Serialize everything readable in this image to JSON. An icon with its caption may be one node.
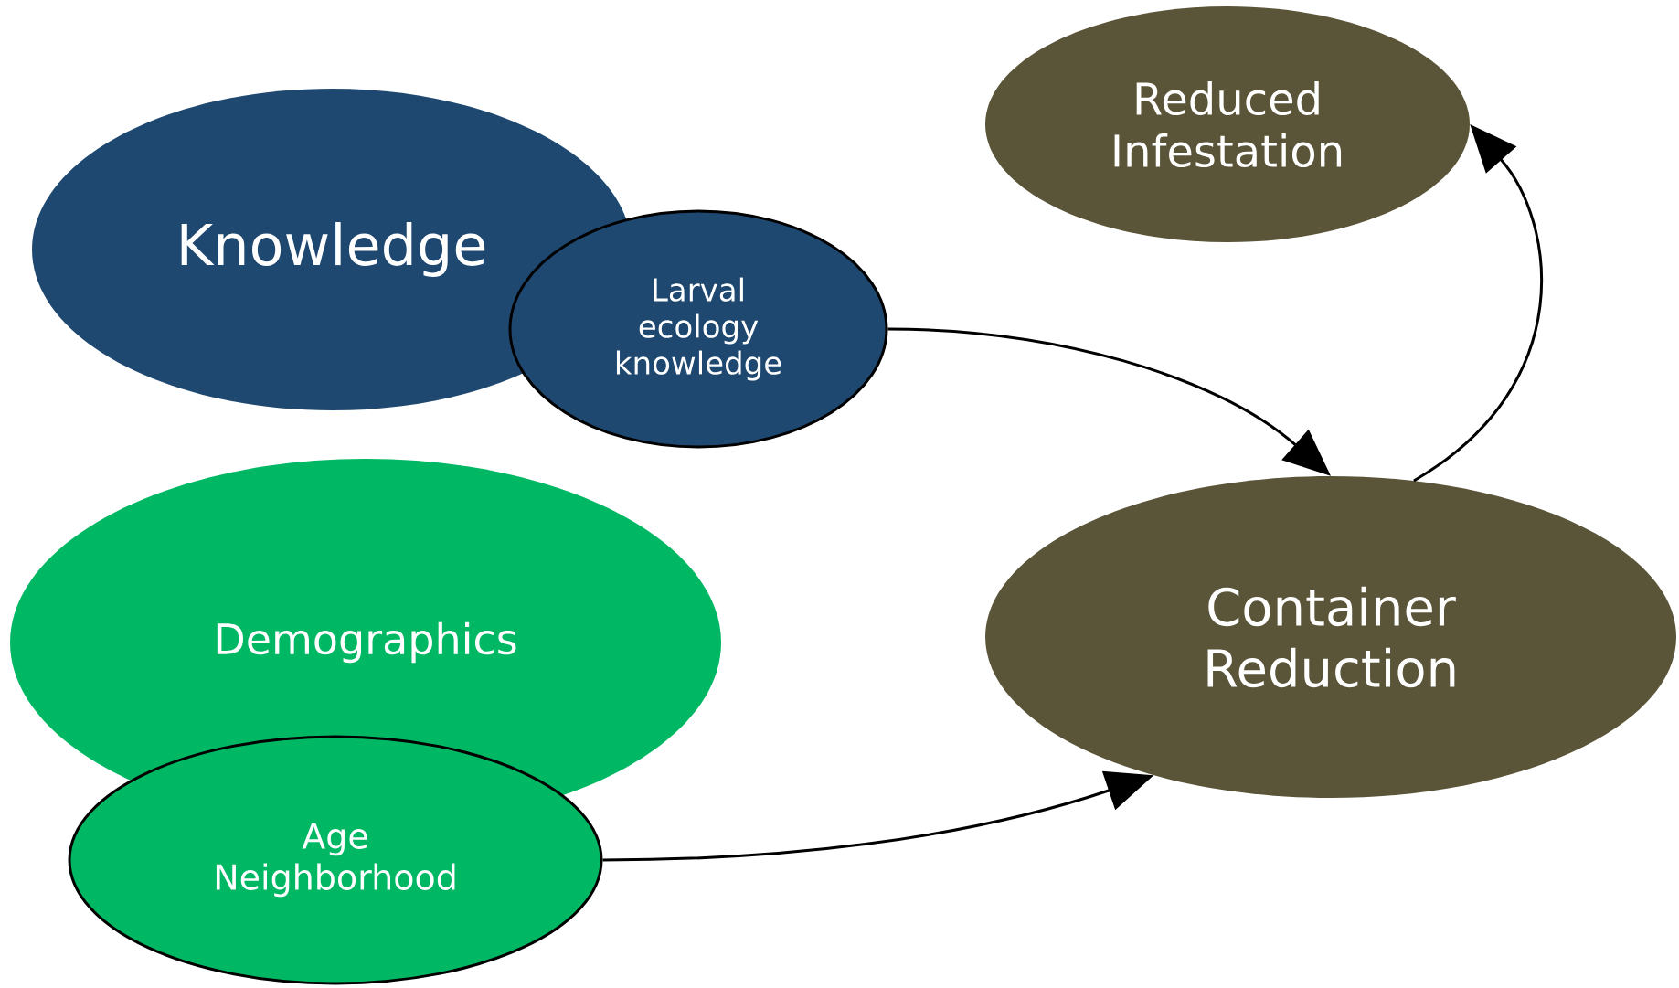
{
  "diagram": {
    "nodes": [
      {
        "text": [
          "Knowledge"
        ]
      },
      {
        "text": [
          "Larval ecology knowledge"
        ]
      },
      {
        "text": [
          "Demographics"
        ]
      },
      {
        "text": [
          "Age Neighborhood"
        ]
      },
      {
        "text": [
          "Container Reduction"
        ]
      },
      {
        "text": [
          "Reduced Infestation"
        ]
      }
    ],
    "edges": [
      {
        "from": 1,
        "to": 4,
        "arrow": "to"
      },
      {
        "from": 3,
        "to": 4,
        "arrow": "to"
      },
      {
        "from": 4,
        "to": 5,
        "arrow": "to"
      }
    ]
  }
}
